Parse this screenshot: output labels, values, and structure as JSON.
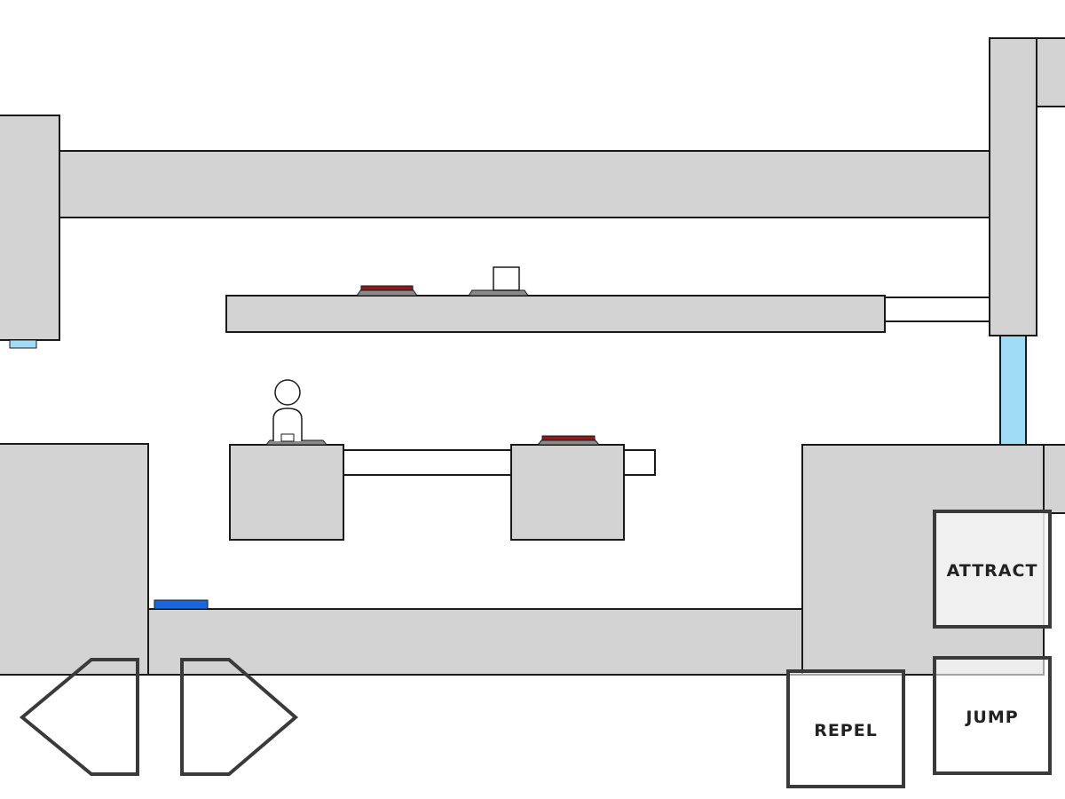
{
  "controls": {
    "attract_label": "ATTRACT",
    "repel_label": "REPEL",
    "jump_label": "JUMP"
  },
  "colors": {
    "wall": "#d3d3d3",
    "button_red": "#8b1a1a",
    "water": "#a0dcf5",
    "blue_item": "#1a66dd"
  }
}
